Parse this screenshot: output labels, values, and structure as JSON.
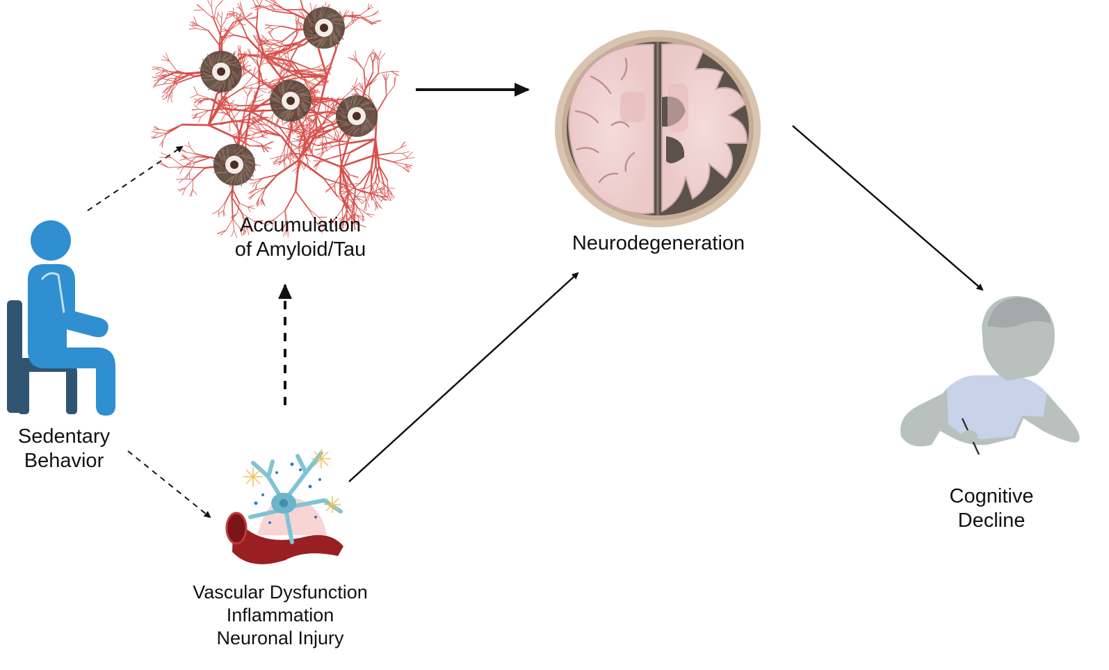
{
  "nodes": {
    "sedentary": {
      "lines": [
        "Sedentary",
        "Behavior"
      ]
    },
    "amyloid": {
      "lines": [
        "Accumulation",
        "of Amyloid/Tau"
      ]
    },
    "neuro": {
      "lines": [
        "Neurodegeneration"
      ]
    },
    "vascular": {
      "lines": [
        "Vascular Dysfunction",
        "Inflammation",
        "Neuronal Injury"
      ]
    },
    "cognitive": {
      "lines": [
        "Cognitive",
        "Decline"
      ]
    }
  },
  "colors": {
    "person": "#2f8fd0",
    "chair": "#2f5572",
    "fibril": "#d8504b",
    "plaque": "#5a4337",
    "brain_tissue": "#f1d3d3",
    "brain_atrophy": "#5b524c",
    "skull": "#cdb6a1",
    "vessel": "#9a1f22",
    "neuron": "#7fc3d6",
    "astrocyte": "#f0c15a",
    "declined_person": "#b9c1bf",
    "shirt": "#c8d3ea",
    "arrow": "#111111"
  },
  "edges": [
    {
      "from": "sedentary",
      "to": "amyloid",
      "style": "dashed"
    },
    {
      "from": "sedentary",
      "to": "vascular",
      "style": "dashed"
    },
    {
      "from": "vascular",
      "to": "amyloid",
      "style": "dashed"
    },
    {
      "from": "amyloid",
      "to": "neuro",
      "style": "solid"
    },
    {
      "from": "vascular",
      "to": "neuro",
      "style": "solid"
    },
    {
      "from": "neuro",
      "to": "cognitive",
      "style": "solid"
    }
  ]
}
